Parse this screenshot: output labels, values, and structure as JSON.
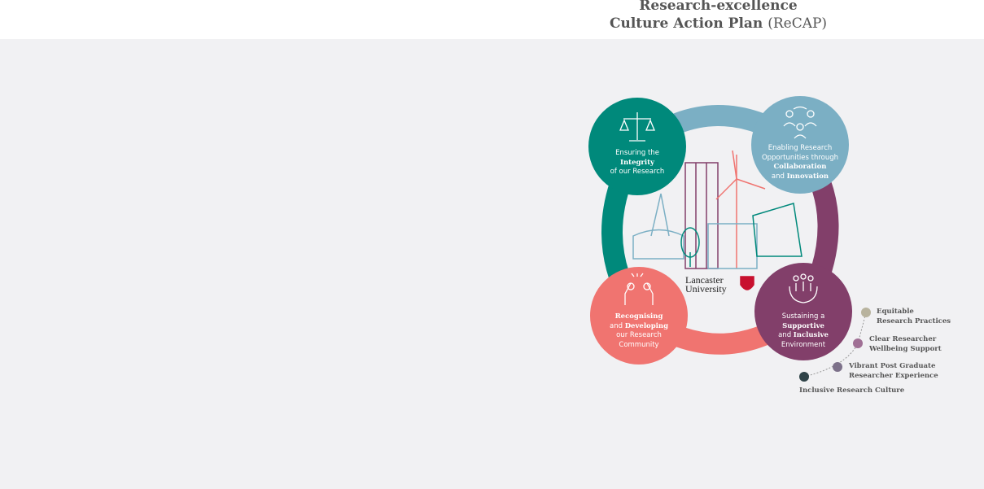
{
  "header": {
    "title_line1": "Research-excellence",
    "title_line2_bold": "Culture Action Plan",
    "title_line2_light": "(ReCAP)"
  },
  "colors": {
    "teal": "#00897b",
    "blue": "#7bafc4",
    "purple": "#823f6a",
    "coral": "#f07470",
    "background": "#f1f1f3"
  },
  "pillars": [
    {
      "icon": "scales-icon",
      "line1": "Ensuring the",
      "bold": "Integrity",
      "line3": "of our Research"
    },
    {
      "icon": "people-network-icon",
      "line1": "Enabling Research",
      "line2": "Opportunities through",
      "bold1": "Collaboration",
      "and": "and",
      "bold2": "Innovation"
    },
    {
      "icon": "supporting-hands-icon",
      "line1": "Sustaining a",
      "bold1": "Supportive",
      "and": "and",
      "bold2": "Inclusive",
      "line4": "Environment"
    },
    {
      "icon": "high-five-icon",
      "bold1": "Recognising",
      "and": "and",
      "bold2": "Developing",
      "line3": "our Research",
      "line4": "Community"
    }
  ],
  "logo": {
    "line1": "Lancaster",
    "line2": "University"
  },
  "legend": [
    {
      "line1": "Equitable",
      "line2": "Research Practices",
      "color": "#b8b39e"
    },
    {
      "line1": "Clear Researcher",
      "line2": "Wellbeing Support",
      "color": "#a07095"
    },
    {
      "line1": "Vibrant Post Graduate",
      "line2": "Researcher Experience",
      "color": "#7d718a"
    },
    {
      "line1": "Inclusive Research Culture",
      "color": "#2f4348"
    }
  ]
}
